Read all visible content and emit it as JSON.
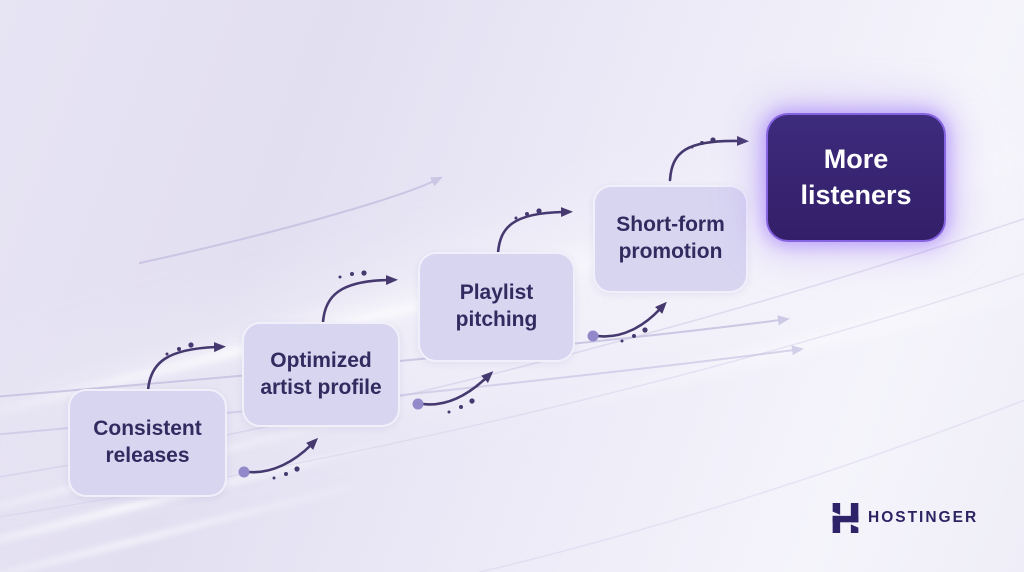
{
  "diagram": {
    "type": "ascending-flowchart",
    "description": "Music promotion steps rising toward more listeners",
    "steps": [
      {
        "id": "consistent-releases",
        "label": "Consistent releases",
        "emphasized": false
      },
      {
        "id": "optimized-artist-profile",
        "label": "Optimized artist profile",
        "emphasized": false
      },
      {
        "id": "playlist-pitching",
        "label": "Playlist pitching",
        "emphasized": false
      },
      {
        "id": "short-form-promotion",
        "label": "Short-form promotion",
        "emphasized": false
      },
      {
        "id": "more-listeners",
        "label": "More listeners",
        "emphasized": true
      }
    ],
    "connections": [
      {
        "from": "Consistent releases",
        "to": "Optimized artist profile"
      },
      {
        "from": "Optimized artist profile",
        "to": "Playlist pitching"
      },
      {
        "from": "Playlist pitching",
        "to": "Short-form promotion"
      },
      {
        "from": "Short-form promotion",
        "to": "More listeners"
      }
    ]
  },
  "branding": {
    "logo_text": "HOSTINGER"
  },
  "colors": {
    "background_left": "#e2dff1",
    "background_right": "#f5f4fb",
    "step_fill": "#d8d5f1",
    "step_text": "#322b5f",
    "final_fill": "#33206a",
    "final_text": "#ffffff",
    "final_glow": "#9b79f7",
    "arrow": "#45396f",
    "arrow_start_dot": "#9189c9",
    "background_arrow": "#c3bfe0",
    "logo": "#2c2363"
  }
}
